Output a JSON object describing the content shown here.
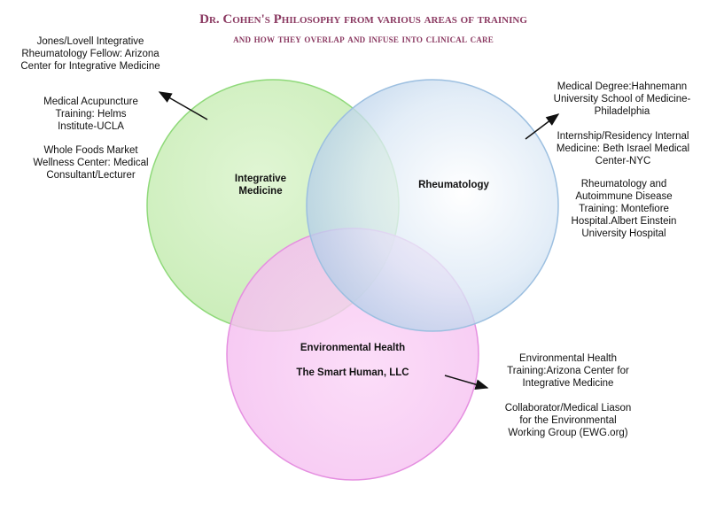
{
  "title": {
    "line1": "Dr. Cohen's Philosophy from various areas of training",
    "line2": "and how they overlap and infuse into clinical care"
  },
  "circles": {
    "integrative": {
      "label_line1": "Integrative",
      "label_line2": "Medicine",
      "color": "#c9ecb8",
      "stroke": "#8fd97a"
    },
    "rheumatology": {
      "label": "Rheumatology",
      "color": "#c5d9ee",
      "stroke": "#9cbfe0"
    },
    "environmental": {
      "label_line1": "Environmental Health",
      "label_line2": "The Smart Human, LLC",
      "color": "#f6c6f1",
      "stroke": "#e58fe0"
    }
  },
  "notes": {
    "left": [
      "Jones/Lovell Integrative Rheumatology Fellow: Arizona Center for Integrative Medicine",
      "Medical Acupuncture Training: Helms Institute-UCLA",
      "Whole Foods Market Wellness Center: Medical Consultant/Lecturer"
    ],
    "right": [
      "Medical Degree:Hahnemann University School of Medicine-Philadelphia",
      "Internship/Residency Internal Medicine: Beth Israel Medical Center-NYC",
      "Rheumatology and Autoimmune Disease Training: Montefiore Hospital.Albert Einstein University Hospital"
    ],
    "bottom": [
      "Environmental Health Training:Arizona Center for Integrative Medicine",
      "Collaborator/Medical Liason for the Environmental Working Group (EWG.org)"
    ]
  },
  "colors": {
    "title": "#8b3a62",
    "arrow": "#111111"
  }
}
